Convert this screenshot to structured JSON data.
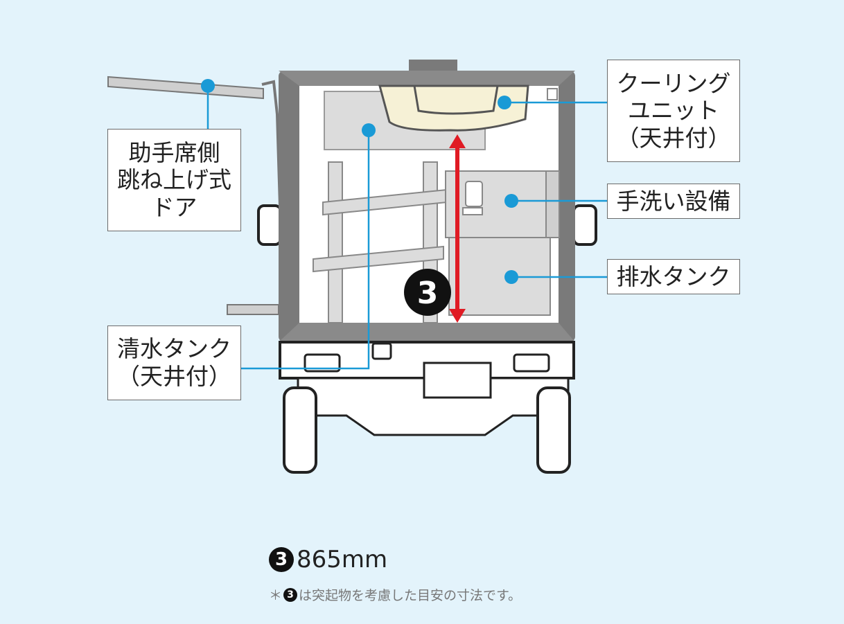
{
  "labels": {
    "passenger_door": [
      "助手席側",
      "跳ね上げ式",
      "ドア"
    ],
    "cooling_unit": [
      "クーリング",
      "ユニット",
      "（天井付）"
    ],
    "handwash": "手洗い設備",
    "drain_tank": "排水タンク",
    "water_tank": [
      "清水タンク",
      "（天井付）"
    ]
  },
  "dimension": {
    "marker": "3",
    "value": "865mm"
  },
  "note": {
    "prefix": "＊",
    "marker": "3",
    "text": "は突起物を考慮した目安の寸法です。"
  },
  "colors": {
    "background": "#e3f3fb",
    "leader": "#1a9ad6",
    "arrow": "#e01b24",
    "frame": "#7a7a7a"
  }
}
